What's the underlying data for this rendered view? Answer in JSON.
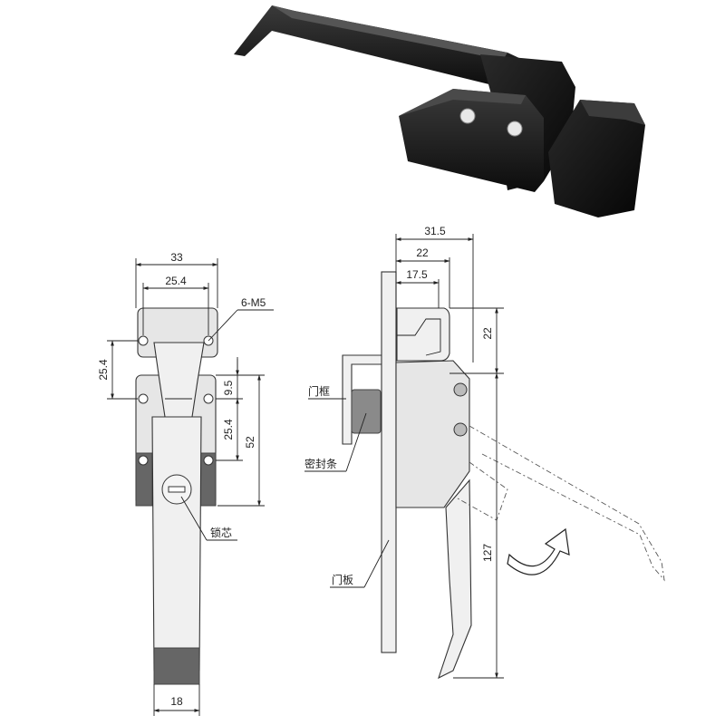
{
  "photo": {
    "subject": "black-latch-product-photo"
  },
  "front_view": {
    "dims": {
      "width_overall": "33",
      "hole_spacing_top": "25.4",
      "hole_spacing_left": "25.4",
      "thread": "6-M5",
      "gap": "9.5",
      "hole_spacing_mid": "25.4",
      "height_52": "52",
      "bottom_width": "18"
    },
    "labels": {
      "lock_core": "锁芯"
    }
  },
  "side_view": {
    "dims": {
      "top_31_5": "31.5",
      "top_22": "22",
      "top_17_5": "17.5",
      "right_22": "22",
      "length_127": "127"
    },
    "labels": {
      "door_frame": "门框",
      "seal_strip": "密封条",
      "door_panel": "门板"
    }
  }
}
